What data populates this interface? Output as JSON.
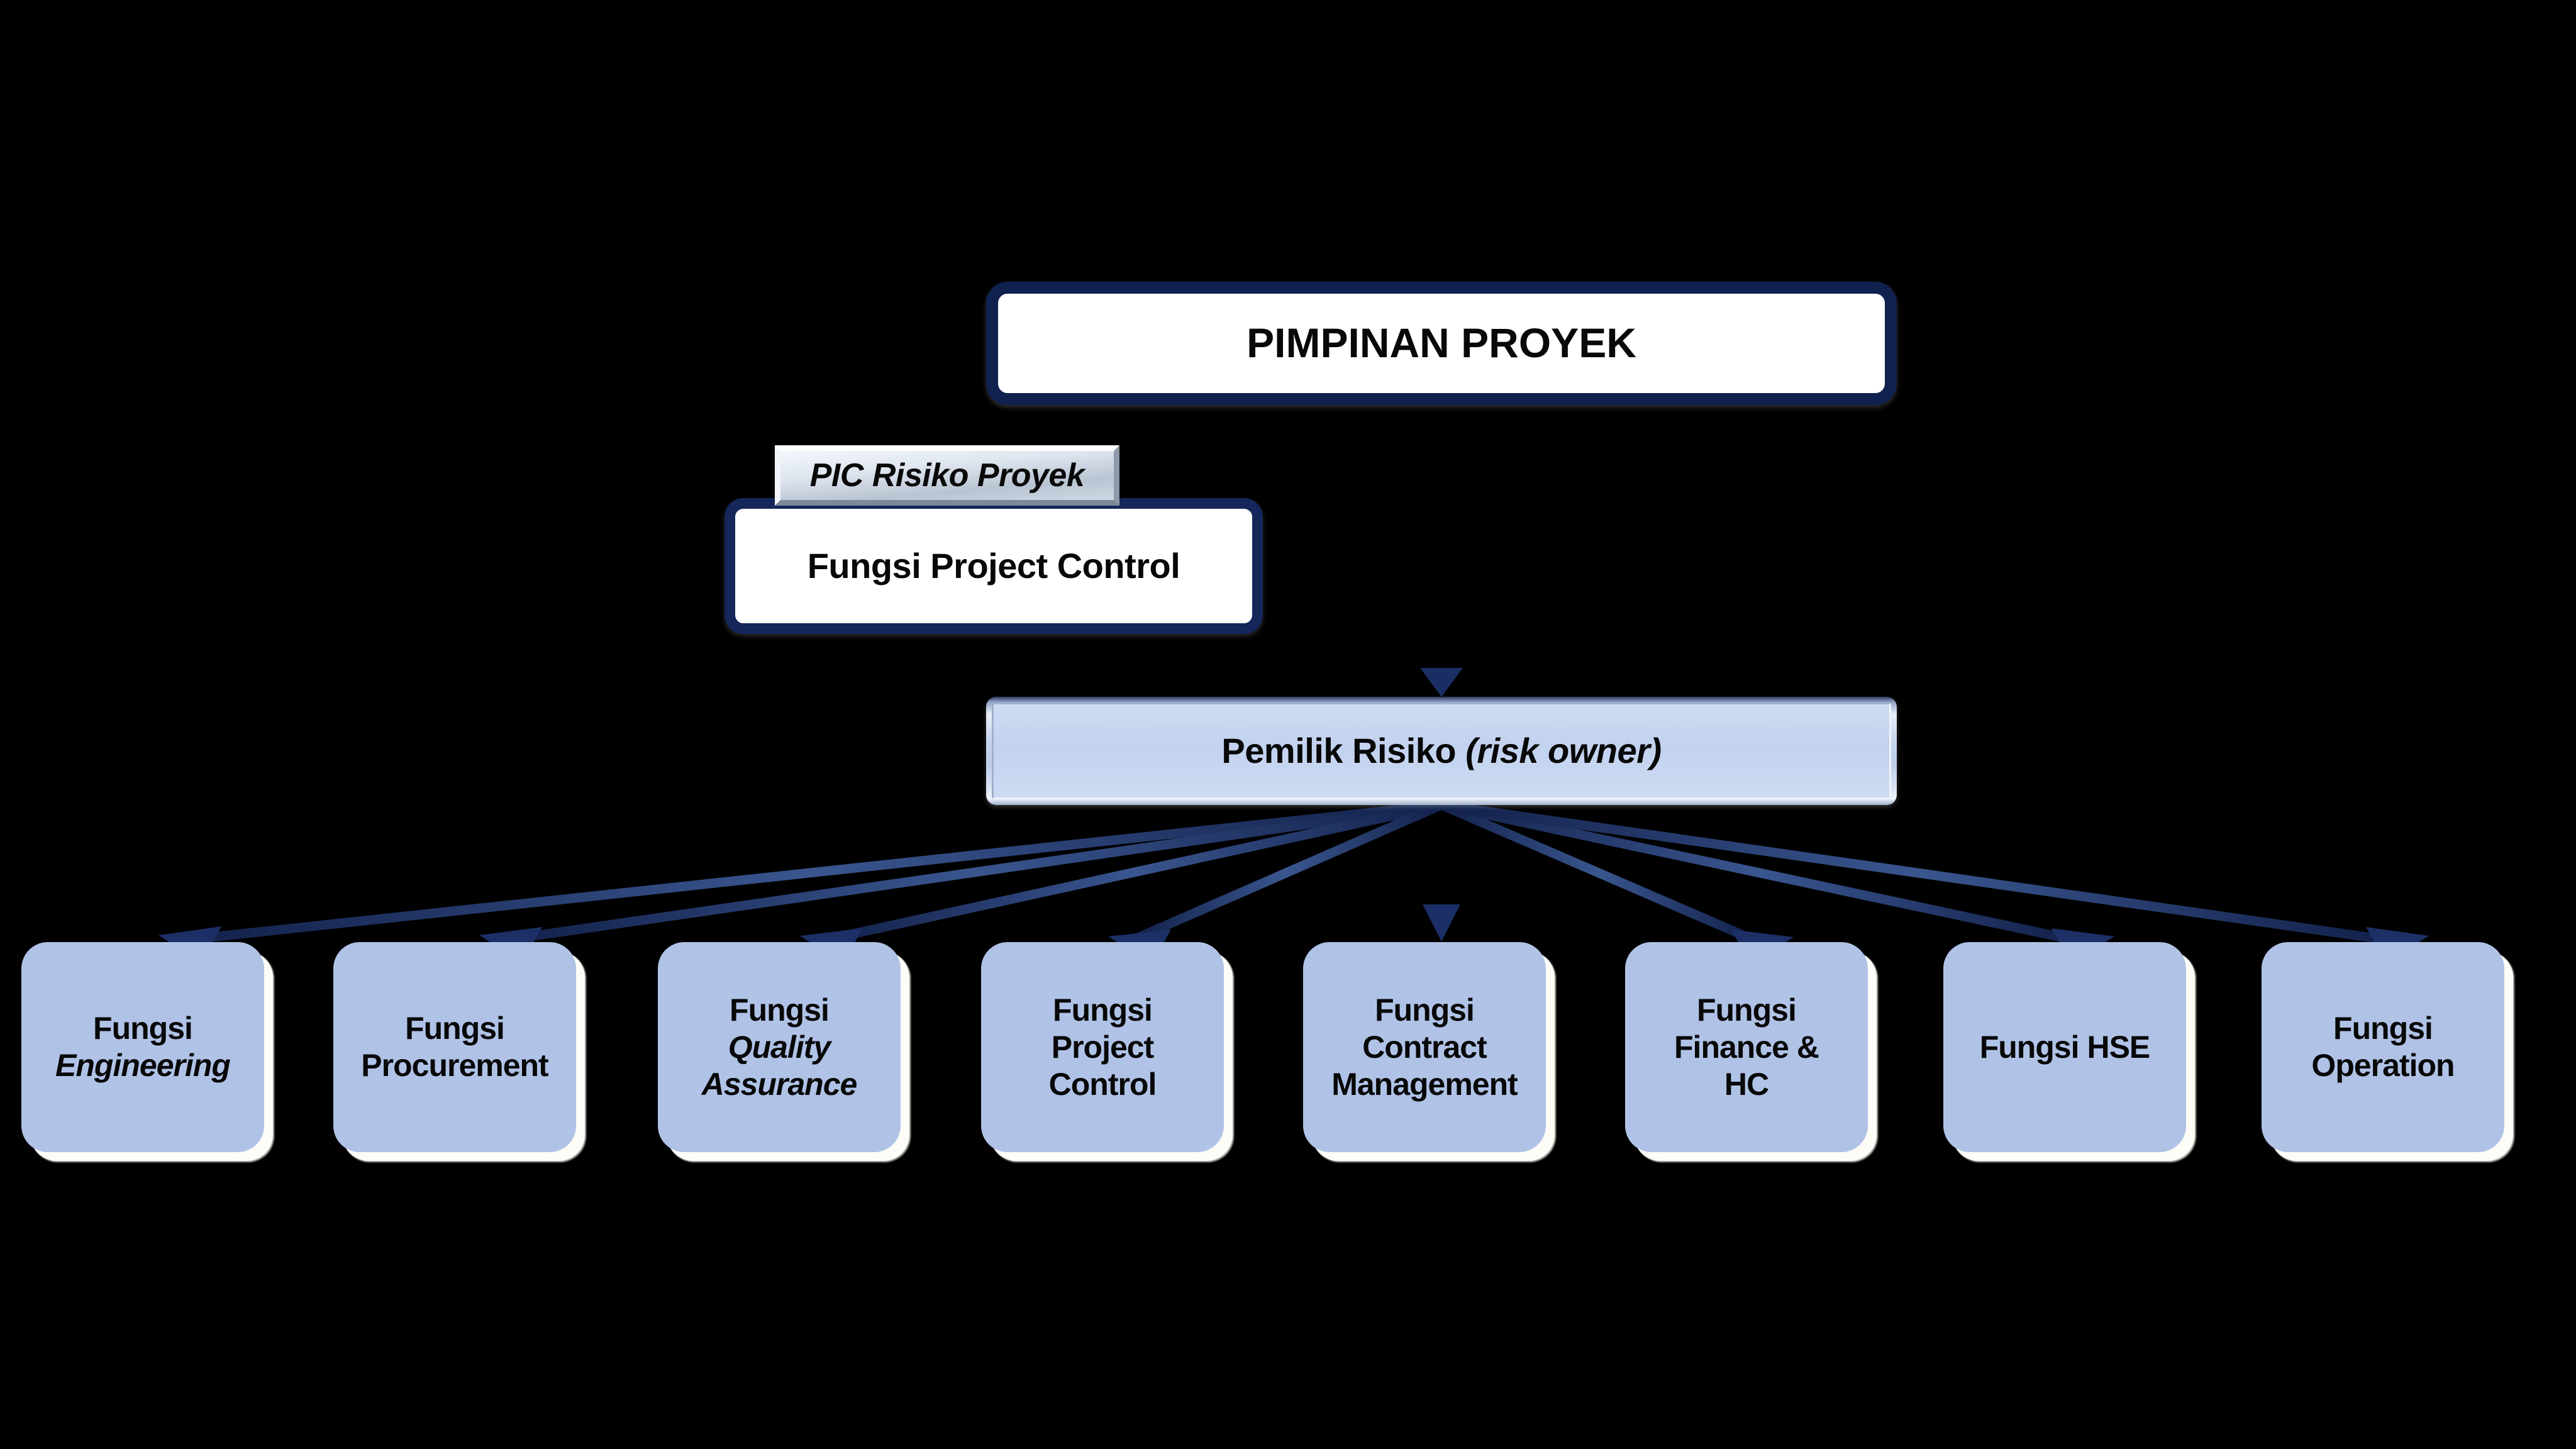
{
  "diagram": {
    "title_node": {
      "label": "PIMPINAN PROYEK"
    },
    "staff_badge": {
      "label": "PIC Risiko Proyek"
    },
    "staff_node": {
      "label": "Fungsi Project Control"
    },
    "owner_node": {
      "label_main": "Pemilik Risiko ",
      "label_italic": "(risk owner)"
    },
    "functions": [
      {
        "line1": "Fungsi",
        "line2": "Engineering",
        "line2_italic": true
      },
      {
        "line1": "Fungsi",
        "line2": "Procurement",
        "line2_italic": false
      },
      {
        "line1": "Fungsi",
        "line2": "Quality",
        "line3": "Assurance",
        "line2_italic": true
      },
      {
        "line1": "Fungsi",
        "line2": "Project",
        "line3": "Control",
        "line2_italic": false
      },
      {
        "line1": "Fungsi",
        "line2": "Contract",
        "line3": "Management",
        "line2_italic": false
      },
      {
        "line1": "Fungsi",
        "line2": "Finance &",
        "line3": "HC",
        "line2_italic": false
      },
      {
        "line1": "Fungsi HSE",
        "line2": "",
        "line2_italic": false
      },
      {
        "line1": "Fungsi",
        "line2": "Operation",
        "line2_italic": false
      }
    ],
    "colors": {
      "background": "#000000",
      "top_border": "#10214f",
      "connector": "#1b2e63",
      "function_fill": "#b0c3e7",
      "owner_fill": "#c2d2ef",
      "badge_fill": "#dfe6ef",
      "text": "#080808"
    }
  }
}
